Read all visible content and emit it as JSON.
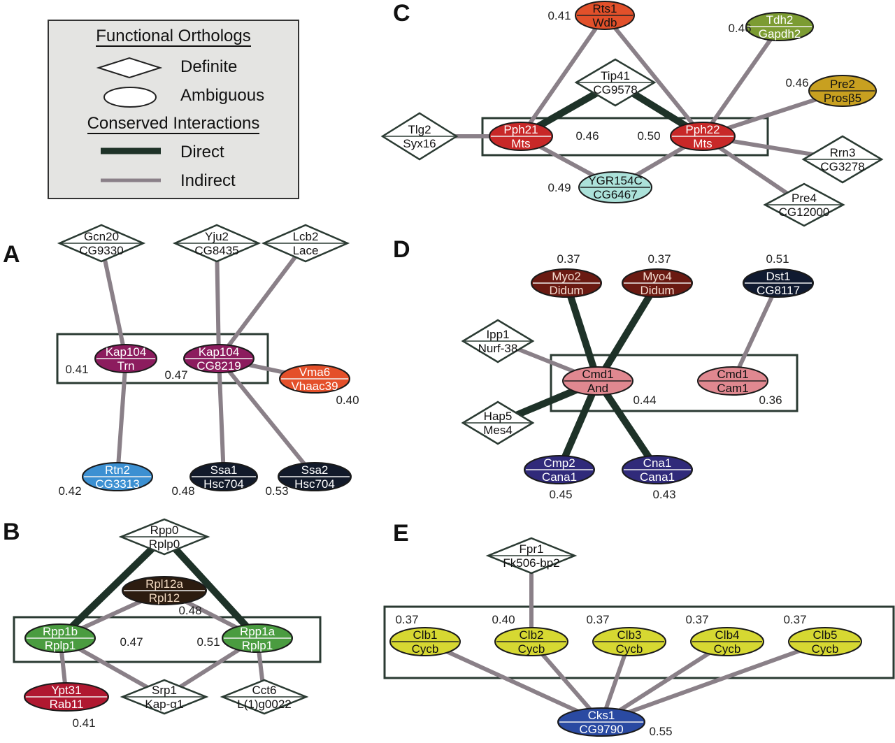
{
  "legend": {
    "title_orthologs": "Functional Orthologs",
    "definite": "Definite",
    "ambiguous": "Ambiguous",
    "title_interactions": "Conserved Interactions",
    "direct": "Direct",
    "indirect": "Indirect"
  },
  "panels": {
    "A": "A",
    "B": "B",
    "C": "C",
    "D": "D",
    "E": "E"
  },
  "colors": {
    "direct_edge": "#1e3228",
    "indirect_edge": "#8a8088",
    "box": "#2a3a32",
    "diamond_fill": "#ffffff"
  },
  "nodes": {
    "gcn20": {
      "top": "Gcn20",
      "bottom": "CG9330",
      "shape": "diamond"
    },
    "yju2": {
      "top": "Yju2",
      "bottom": "CG8435",
      "shape": "diamond"
    },
    "lcb2": {
      "top": "Lcb2",
      "bottom": "Lace",
      "shape": "diamond"
    },
    "kap104trn": {
      "top": "Kap104",
      "bottom": "Trn",
      "shape": "ellipse",
      "color": "#8c1c5e",
      "text": "#fff",
      "score": "0.41"
    },
    "kap104cg": {
      "top": "Kap104",
      "bottom": "CG8219",
      "shape": "ellipse",
      "color": "#8c1c5e",
      "text": "#fff",
      "score": "0.47"
    },
    "vma6": {
      "top": "Vma6",
      "bottom": "Vhaac39",
      "shape": "ellipse",
      "color": "#e4502a",
      "text": "#fff",
      "score": "0.40"
    },
    "rtn2": {
      "top": "Rtn2",
      "bottom": "CG3313",
      "shape": "ellipse",
      "color": "#3c90d2",
      "text": "#fff",
      "score": "0.42"
    },
    "ssa1": {
      "top": "Ssa1",
      "bottom": "Hsc704",
      "shape": "ellipse",
      "color": "#121a2a",
      "text": "#fff",
      "score": "0.48"
    },
    "ssa2": {
      "top": "Ssa2",
      "bottom": "Hsc704",
      "shape": "ellipse",
      "color": "#121a2a",
      "text": "#fff",
      "score": "0.53"
    },
    "rpp0": {
      "top": "Rpp0",
      "bottom": "Rplp0",
      "shape": "diamond"
    },
    "rpl12a": {
      "top": "Rpl12a",
      "bottom": "Rpl12",
      "shape": "ellipse",
      "color": "#2c1c10",
      "text": "#f0d8c0",
      "score": "0.48"
    },
    "rpp1b": {
      "top": "Rpp1b",
      "bottom": "Rplp1",
      "shape": "ellipse",
      "color": "#4a9c40",
      "text": "#fff",
      "score": "0.47"
    },
    "rpp1a": {
      "top": "Rpp1a",
      "bottom": "Rplp1",
      "shape": "ellipse",
      "color": "#4a9c40",
      "text": "#fff",
      "score": "0.51"
    },
    "ypt31": {
      "top": "Ypt31",
      "bottom": "Rab11",
      "shape": "ellipse",
      "color": "#b01830",
      "text": "#fff",
      "score": "0.41"
    },
    "srp1": {
      "top": "Srp1",
      "bottom": "Kap-α1",
      "shape": "diamond"
    },
    "cct6": {
      "top": "Cct6",
      "bottom": "L(1)g0022",
      "shape": "diamond"
    },
    "rts1": {
      "top": "Rts1",
      "bottom": "Wdb",
      "shape": "ellipse",
      "color": "#e2502a",
      "text": "#111",
      "score": "0.41"
    },
    "tdh2": {
      "top": "Tdh2",
      "bottom": "Gapdh2",
      "shape": "ellipse",
      "color": "#7c9c32",
      "text": "#fff",
      "score": "0.46"
    },
    "tip41": {
      "top": "Tip41",
      "bottom": "CG9578",
      "shape": "diamond"
    },
    "pre2": {
      "top": "Pre2",
      "bottom": "Prosβ5",
      "shape": "ellipse",
      "color": "#c8a020",
      "text": "#111",
      "score": "0.46"
    },
    "tlg2": {
      "top": "Tlg2",
      "bottom": "Syx16",
      "shape": "diamond"
    },
    "pph21": {
      "top": "Pph21",
      "bottom": "Mts",
      "shape": "ellipse",
      "color": "#c82828",
      "text": "#fff",
      "score": "0.46"
    },
    "pph22": {
      "top": "Pph22",
      "bottom": "Mts",
      "shape": "ellipse",
      "color": "#c82828",
      "text": "#fff",
      "score": "0.50"
    },
    "rrn3": {
      "top": "Rrn3",
      "bottom": "CG3278",
      "shape": "diamond"
    },
    "ygr154c": {
      "top": "YGR154C",
      "bottom": "CG6467",
      "shape": "ellipse",
      "color": "#ace2da",
      "text": "#111",
      "score": "0.49"
    },
    "pre4": {
      "top": "Pre4",
      "bottom": "CG12000",
      "shape": "diamond"
    },
    "myo2": {
      "top": "Myo2",
      "bottom": "Didum",
      "shape": "ellipse",
      "color": "#6a1a12",
      "text": "#f4dcd0",
      "score": "0.37"
    },
    "myo4": {
      "top": "Myo4",
      "bottom": "Didum",
      "shape": "ellipse",
      "color": "#6a1a12",
      "text": "#f4dcd0",
      "score": "0.37"
    },
    "dst1": {
      "top": "Dst1",
      "bottom": "CG8117",
      "shape": "ellipse",
      "color": "#101a30",
      "text": "#fff",
      "score": "0.51"
    },
    "ipp1": {
      "top": "Ipp1",
      "bottom": "Nurf-38",
      "shape": "diamond"
    },
    "cmd1and": {
      "top": "Cmd1",
      "bottom": "And",
      "shape": "ellipse",
      "color": "#e08890",
      "text": "#111",
      "score": "0.44"
    },
    "cmd1cam": {
      "top": "Cmd1",
      "bottom": "Cam1",
      "shape": "ellipse",
      "color": "#e08890",
      "text": "#111",
      "score": "0.36"
    },
    "hap5": {
      "top": "Hap5",
      "bottom": "Mes4",
      "shape": "diamond"
    },
    "cmp2": {
      "top": "Cmp2",
      "bottom": "Cana1",
      "shape": "ellipse",
      "color": "#302a7a",
      "text": "#fff",
      "score": "0.45"
    },
    "cna1": {
      "top": "Cna1",
      "bottom": "Cana1",
      "shape": "ellipse",
      "color": "#302a7a",
      "text": "#fff",
      "score": "0.43"
    },
    "fpr1": {
      "top": "Fpr1",
      "bottom": "Fk506-bp2",
      "shape": "diamond"
    },
    "clb1": {
      "top": "Clb1",
      "bottom": "Cycb",
      "shape": "ellipse",
      "color": "#d6d832",
      "text": "#111",
      "score": "0.37"
    },
    "clb2": {
      "top": "Clb2",
      "bottom": "Cycb",
      "shape": "ellipse",
      "color": "#d6d832",
      "text": "#111",
      "score": "0.40"
    },
    "clb3": {
      "top": "Clb3",
      "bottom": "Cycb",
      "shape": "ellipse",
      "color": "#d6d832",
      "text": "#111",
      "score": "0.37"
    },
    "clb4": {
      "top": "Clb4",
      "bottom": "Cycb",
      "shape": "ellipse",
      "color": "#d6d832",
      "text": "#111",
      "score": "0.37"
    },
    "clb5": {
      "top": "Clb5",
      "bottom": "Cycb",
      "shape": "ellipse",
      "color": "#d6d832",
      "text": "#111",
      "score": "0.37"
    },
    "cks1": {
      "top": "Cks1",
      "bottom": "CG9790",
      "shape": "ellipse",
      "color": "#2a4aa2",
      "text": "#fff",
      "score": "0.55"
    }
  },
  "edges": [
    {
      "from": "gcn20",
      "to": "kap104trn",
      "type": "indirect"
    },
    {
      "from": "yju2",
      "to": "kap104cg",
      "type": "indirect"
    },
    {
      "from": "lcb2",
      "to": "kap104cg",
      "type": "indirect"
    },
    {
      "from": "kap104cg",
      "to": "vma6",
      "type": "indirect"
    },
    {
      "from": "kap104trn",
      "to": "rtn2",
      "type": "indirect"
    },
    {
      "from": "kap104cg",
      "to": "ssa1",
      "type": "indirect"
    },
    {
      "from": "kap104cg",
      "to": "ssa2",
      "type": "indirect"
    },
    {
      "from": "rpl12a",
      "to": "rpp1b",
      "type": "indirect"
    },
    {
      "from": "rpl12a",
      "to": "rpp1a",
      "type": "indirect"
    },
    {
      "from": "rpp0",
      "to": "rpp1b",
      "type": "direct"
    },
    {
      "from": "rpp0",
      "to": "rpp1a",
      "type": "direct"
    },
    {
      "from": "rpp1b",
      "to": "ypt31",
      "type": "indirect"
    },
    {
      "from": "rpp1b",
      "to": "srp1",
      "type": "indirect"
    },
    {
      "from": "rpp1a",
      "to": "srp1",
      "type": "indirect"
    },
    {
      "from": "rpp1a",
      "to": "cct6",
      "type": "indirect"
    },
    {
      "from": "rts1",
      "to": "pph21",
      "type": "indirect"
    },
    {
      "from": "rts1",
      "to": "pph22",
      "type": "indirect"
    },
    {
      "from": "tdh2",
      "to": "pph22",
      "type": "indirect"
    },
    {
      "from": "pre2",
      "to": "pph22",
      "type": "indirect"
    },
    {
      "from": "tlg2",
      "to": "pph21",
      "type": "indirect"
    },
    {
      "from": "pph21",
      "to": "ygr154c",
      "type": "indirect"
    },
    {
      "from": "pph22",
      "to": "ygr154c",
      "type": "indirect"
    },
    {
      "from": "pph22",
      "to": "rrn3",
      "type": "indirect"
    },
    {
      "from": "pph22",
      "to": "pre4",
      "type": "indirect"
    },
    {
      "from": "tip41",
      "to": "pph21",
      "type": "direct"
    },
    {
      "from": "tip41",
      "to": "pph22",
      "type": "direct"
    },
    {
      "from": "ipp1",
      "to": "cmd1and",
      "type": "indirect"
    },
    {
      "from": "dst1",
      "to": "cmd1cam",
      "type": "indirect"
    },
    {
      "from": "myo2",
      "to": "cmd1and",
      "type": "direct"
    },
    {
      "from": "myo4",
      "to": "cmd1and",
      "type": "direct"
    },
    {
      "from": "hap5",
      "to": "cmd1and",
      "type": "direct"
    },
    {
      "from": "cmp2",
      "to": "cmd1and",
      "type": "direct"
    },
    {
      "from": "cna1",
      "to": "cmd1and",
      "type": "direct"
    },
    {
      "from": "fpr1",
      "to": "clb2",
      "type": "indirect"
    },
    {
      "from": "clb1",
      "to": "cks1",
      "type": "indirect"
    },
    {
      "from": "clb2",
      "to": "cks1",
      "type": "indirect"
    },
    {
      "from": "clb3",
      "to": "cks1",
      "type": "indirect"
    },
    {
      "from": "clb4",
      "to": "cks1",
      "type": "indirect"
    },
    {
      "from": "clb5",
      "to": "cks1",
      "type": "indirect"
    }
  ]
}
